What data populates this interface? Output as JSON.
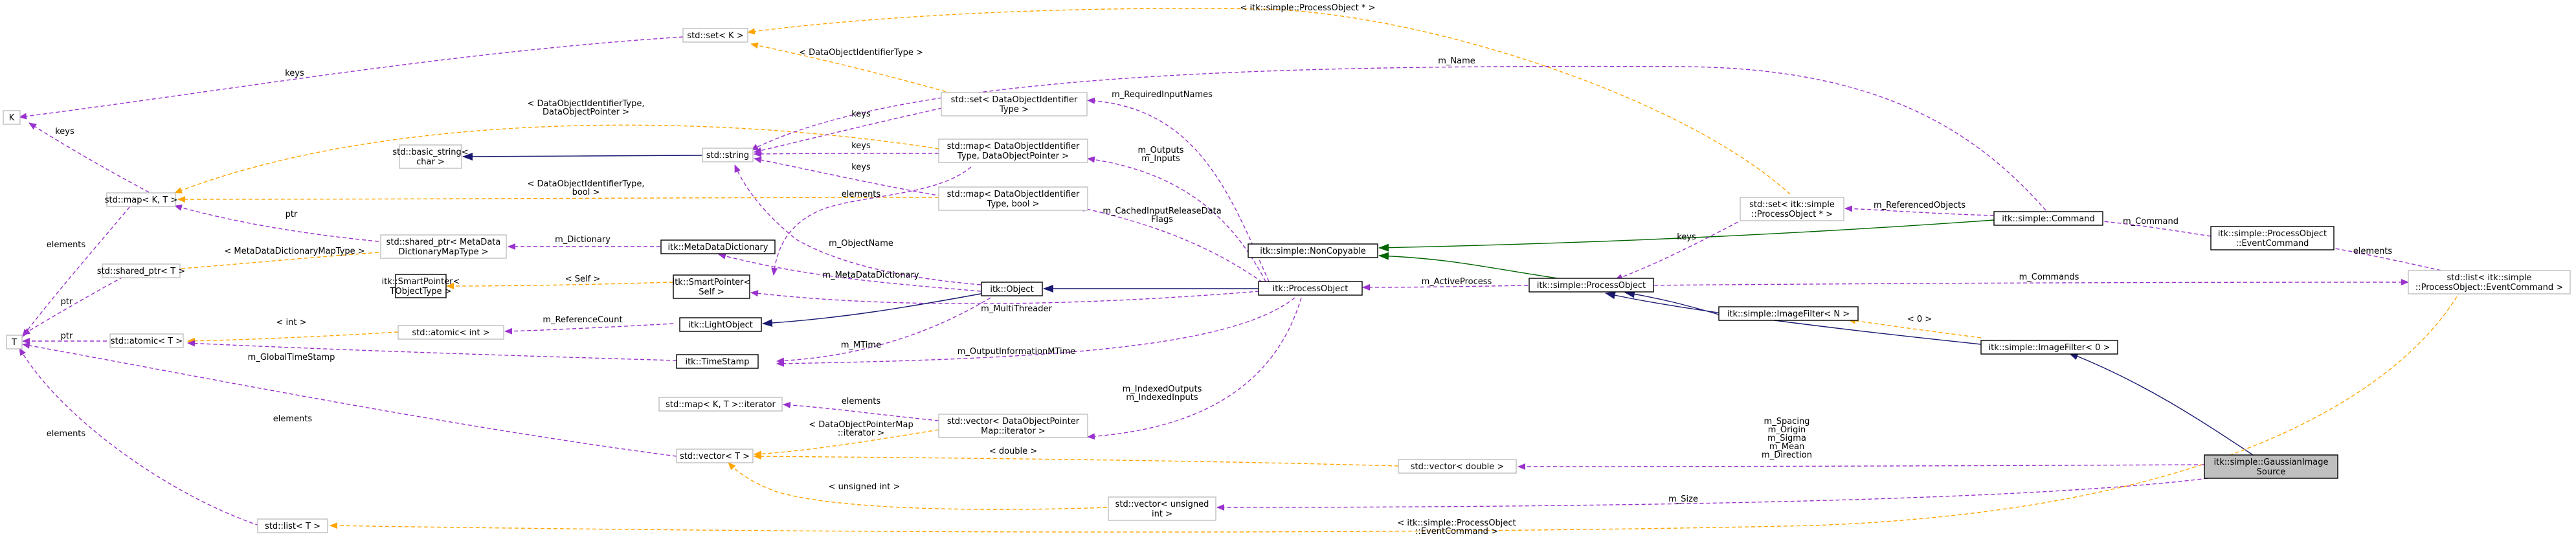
{
  "nodes": {
    "K": [
      "K"
    ],
    "T": [
      "T"
    ],
    "set_k": [
      "std::set< K >"
    ],
    "map_kt": [
      "std::map< K, T >"
    ],
    "shared_ptr_t": [
      "std::shared_ptr< T >"
    ],
    "atomic_t": [
      "std::atomic< T >"
    ],
    "list_t": [
      "std::list< T >"
    ],
    "vector_t": [
      "std::vector< T >"
    ],
    "basic_string": [
      "std::basic_string<",
      "char >"
    ],
    "std_string": [
      "std::string"
    ],
    "smartptr_tobject": [
      "itk::SmartPointer<",
      "TObjectType >"
    ],
    "shared_ptr_mdd": [
      "std::shared_ptr< MetaData",
      "DictionaryMapType >"
    ],
    "atomic_int": [
      "std::atomic< int >"
    ],
    "map_iterator": [
      "std::map< K, T >::iterator"
    ],
    "metadata_dict": [
      "itk::MetaDataDictionary"
    ],
    "smartptr_self": [
      "itk::SmartPointer<",
      "Self >"
    ],
    "light_object": [
      "itk::LightObject"
    ],
    "timestamp": [
      "itk::TimeStamp"
    ],
    "set_doi": [
      "std::set< DataObjectIdentifier",
      "Type >"
    ],
    "map_doi_ptr": [
      "std::map< DataObjectIdentifier",
      "Type, DataObjectPointer >"
    ],
    "map_doi_bool": [
      "std::map< DataObjectIdentifier",
      "Type, bool >"
    ],
    "vector_dpm_iter": [
      "std::vector< DataObjectPointer",
      "Map::iterator >"
    ],
    "itk_object": [
      "itk::Object"
    ],
    "vector_double": [
      "std::vector< double >"
    ],
    "vector_unsigned": [
      "std::vector< unsigned",
      "int >"
    ],
    "noncopyable": [
      "itk::simple::NonCopyable"
    ],
    "process_object": [
      "itk::ProcessObject"
    ],
    "simple_process_object": [
      "itk::simple::ProcessObject"
    ],
    "set_ptr_po": [
      "std::set< itk::simple",
      "::ProcessObject * >"
    ],
    "image_filter_n": [
      "itk::simple::ImageFilter< N >"
    ],
    "simple_command": [
      "itk::simple::Command"
    ],
    "image_filter_0": [
      "itk::simple::ImageFilter< 0 >"
    ],
    "event_command": [
      "itk::simple::ProcessObject",
      "::EventCommand"
    ],
    "list_event_command": [
      "std::list< itk::simple",
      "::ProcessObject::EventCommand >"
    ],
    "gaussian_source": [
      "itk::simple::GaussianImage",
      "Source"
    ]
  },
  "edge_labels": {
    "set_k_keys": [
      "keys"
    ],
    "map_kt_keys": [
      "keys"
    ],
    "map_t_elements": [
      "elements"
    ],
    "shared_t_ptr": [
      "ptr"
    ],
    "atomic_t_ptr": [
      "ptr"
    ],
    "list_t_elements": [
      "elements"
    ],
    "vector_t_elements": [
      "elements"
    ],
    "set_k_ptr_po": [
      "< itk::simple::ProcessObject * >"
    ],
    "set_k_doi": [
      "< DataObjectIdentifierType >"
    ],
    "name": [
      "m_Name"
    ],
    "map_doi_ptr_param": [
      "< DataObjectIdentifierType,",
      "DataObjectPointer >"
    ],
    "set_doi_keys": [
      "keys"
    ],
    "map_doi_ptr_keys": [
      "keys"
    ],
    "map_doi_bool_keys": [
      "keys"
    ],
    "map_doi_bool_param": [
      "< DataObjectIdentifierType,",
      "bool >"
    ],
    "mdd_ptr": [
      "ptr"
    ],
    "mdd_param": [
      "< MetaDataDictionaryMapType >"
    ],
    "dictionary": [
      "m_Dictionary"
    ],
    "elements_string": [
      "elements"
    ],
    "required_input_names": [
      "m_RequiredInputNames"
    ],
    "outputs_inputs": [
      "m_Outputs",
      "m_Inputs"
    ],
    "cached_flags": [
      "m_CachedInputReleaseData",
      "Flags"
    ],
    "object_name": [
      "m_ObjectName"
    ],
    "metadata_dictionary": [
      "m_MetaDataDictionary"
    ],
    "self_param": [
      "< Self >"
    ],
    "multithreader": [
      "m_MultiThreader"
    ],
    "int_param": [
      "< int >"
    ],
    "reference_count": [
      "m_ReferenceCount"
    ],
    "mtime": [
      "m_MTime"
    ],
    "global_timestamp": [
      "m_GlobalTimeStamp"
    ],
    "output_info_mtime": [
      "m_OutputInformationMTime"
    ],
    "iter_elements": [
      "elements"
    ],
    "dpm_iter_param": [
      "< DataObjectPointerMap",
      "::iterator >"
    ],
    "double_param": [
      "< double >"
    ],
    "unsigned_param": [
      "< unsigned int >"
    ],
    "indexed": [
      "m_IndexedOutputs",
      "m_IndexedInputs"
    ],
    "active_process": [
      "m_ActiveProcess"
    ],
    "referenced_objects": [
      "m_ReferencedObjects"
    ],
    "po_keys": [
      "keys"
    ],
    "command": [
      "m_Command"
    ],
    "commands": [
      "m_Commands"
    ],
    "list_elements": [
      "elements"
    ],
    "zero_param": [
      "< 0 >"
    ],
    "spacing_etc": [
      "m_Spacing",
      "m_Origin",
      "m_Sigma",
      "m_Mean",
      "m_Direction"
    ],
    "size": [
      "m_Size"
    ],
    "list_ec_param": [
      "< itk::simple::ProcessObject",
      "::EventCommand >"
    ]
  }
}
